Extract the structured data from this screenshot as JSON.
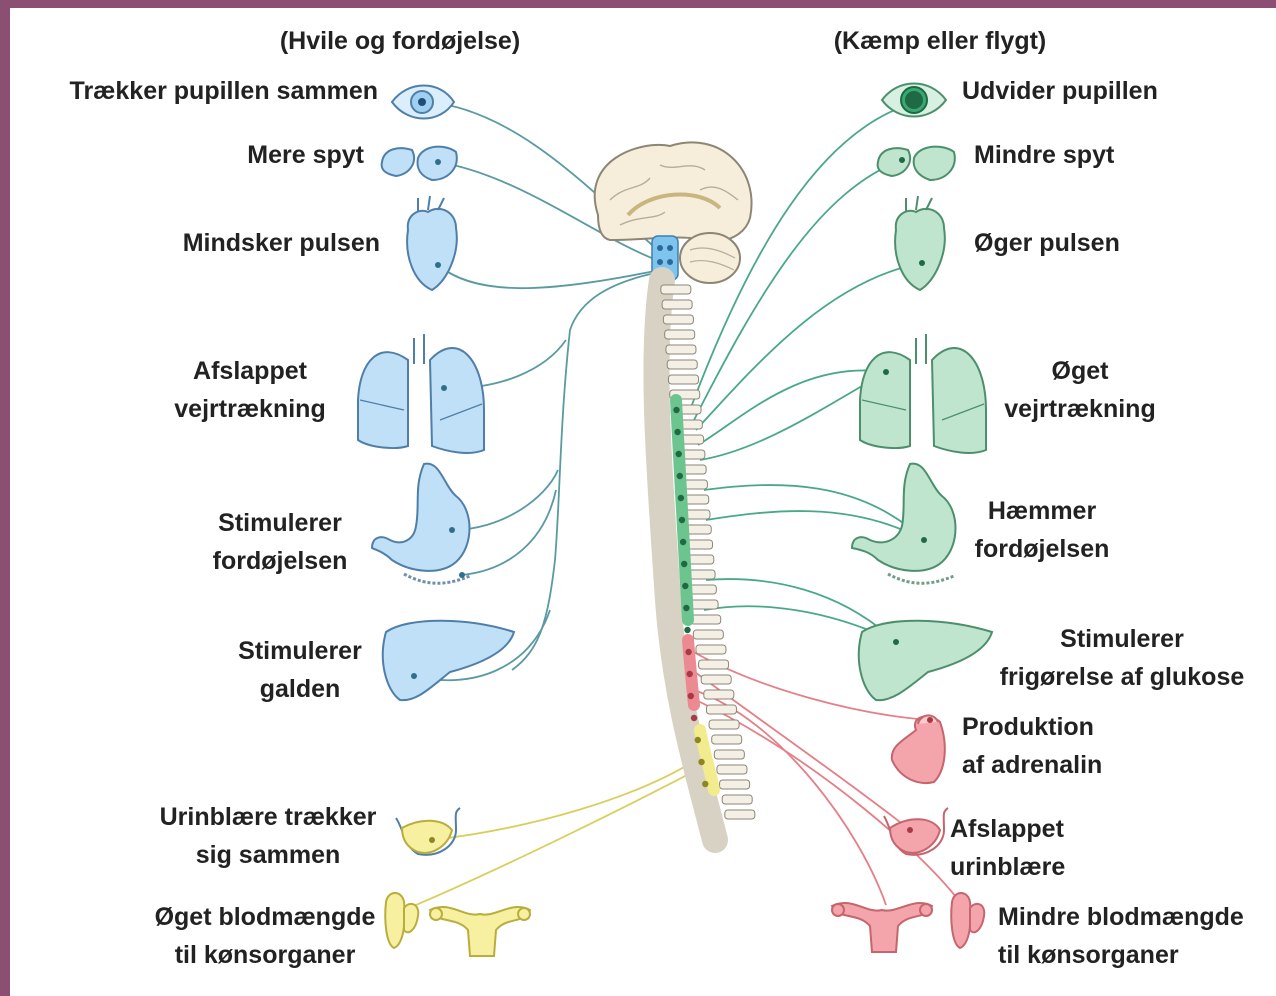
{
  "headers": {
    "parasympathetic": "(Hvile og fordøjelse)",
    "sympathetic": "(Kæmp eller flygt)"
  },
  "left": {
    "eye": "Trækker pupillen sammen",
    "saliva": "Mere spyt",
    "heart": "Mindsker pulsen",
    "lungs_1": "Afslappet",
    "lungs_2": "vejrtrækning",
    "stomach_1": "Stimulerer",
    "stomach_2": "fordøjelsen",
    "liver_1": "Stimulerer",
    "liver_2": "galden",
    "bladder_1": "Urinblære trækker",
    "bladder_2": "sig sammen",
    "genitals_1": "Øget blodmængde",
    "genitals_2": "til kønsorganer"
  },
  "right": {
    "eye": "Udvider pupillen",
    "saliva": "Mindre spyt",
    "heart": "Øger pulsen",
    "lungs_1": "Øget",
    "lungs_2": "vejrtrækning",
    "stomach_1": "Hæmmer",
    "stomach_2": "fordøjelsen",
    "liver_1": "Stimulerer",
    "liver_2": "frigørelse af glukose",
    "adrenal_1": "Produktion",
    "adrenal_2": "af adrenalin",
    "bladder_1": "Afslappet",
    "bladder_2": "urinblære",
    "genitals_1": "Mindre blodmængde",
    "genitals_2": "til kønsorganer"
  },
  "colors": {
    "frame": "#8a4f73",
    "parasympathetic_organ": "#bfe0f7",
    "parasympathetic_nerve": "#5a9aa2",
    "sympathetic_organ": "#bfe5cf",
    "sympathetic_nerve": "#4aa88a",
    "lumbar_red": "#e57f88",
    "sacral_yellow": "#f2ec8e"
  }
}
